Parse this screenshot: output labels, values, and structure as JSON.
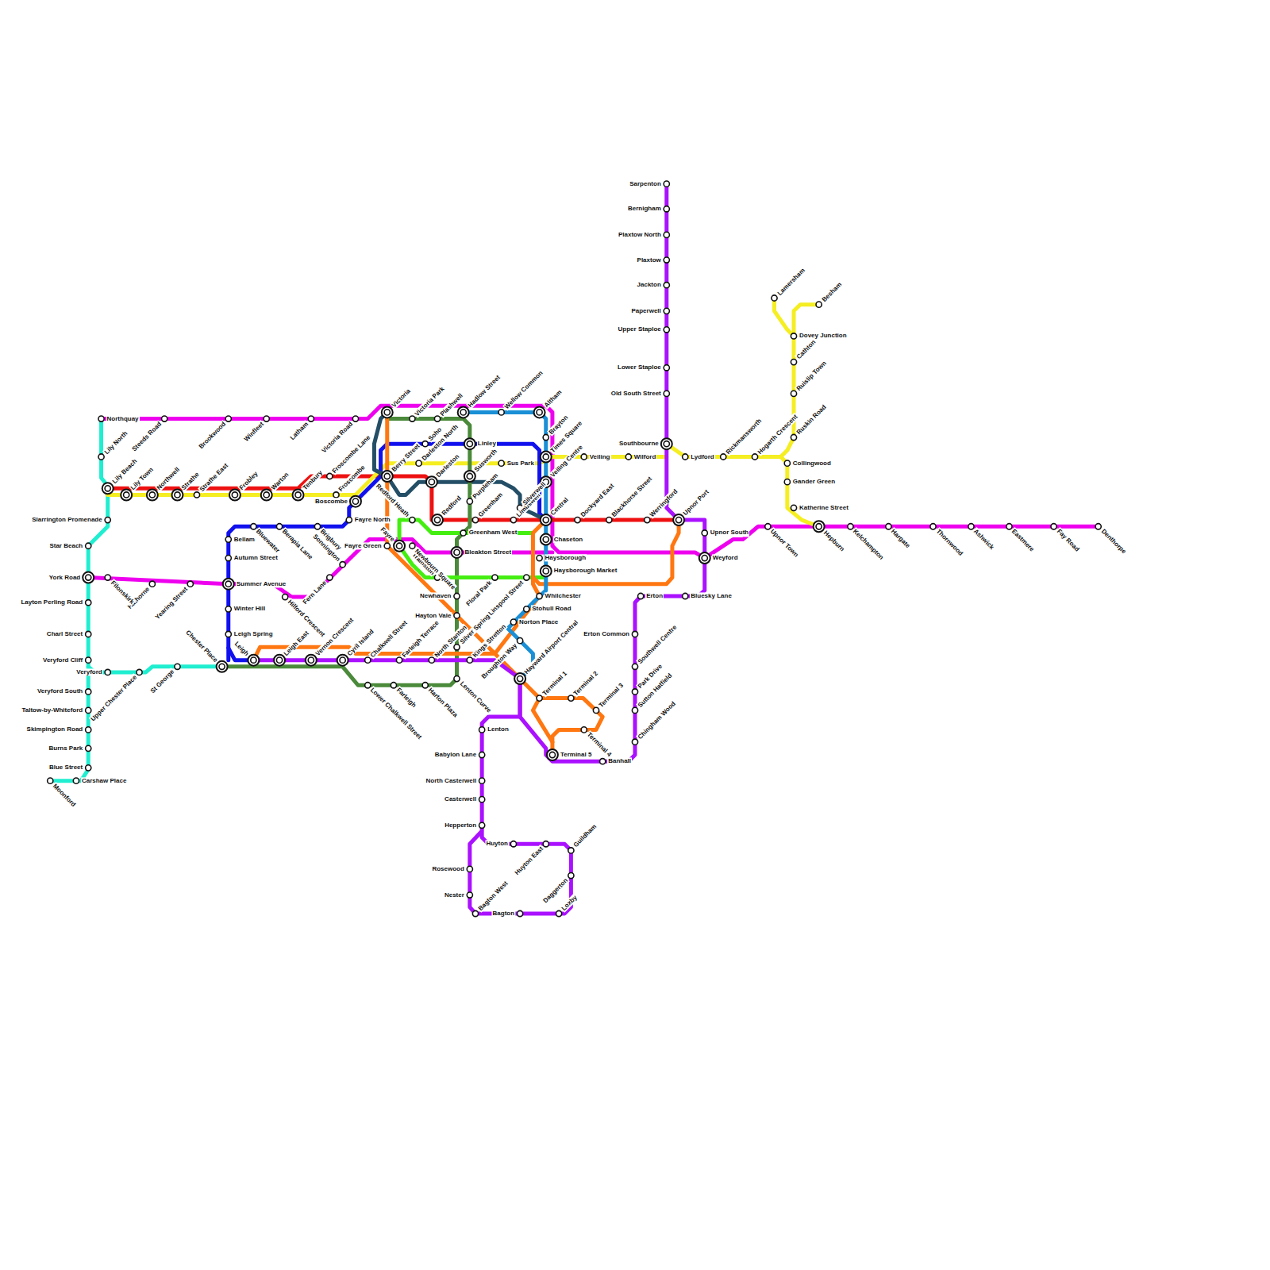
{
  "diagram": {
    "labels": [
      "Northquay",
      "Lily North",
      "Lily Beach",
      "Slarrington Promenade",
      "Star Beach",
      "York Road",
      "Layton Perling Road",
      "Charl Street",
      "Veryford Cliff",
      "Veryford",
      "Upper Chester Place",
      "St George",
      "Chester Place",
      "Veryford South",
      "Taltow-by-Whiteford",
      "Skimpington Road",
      "Burns Park",
      "Blue Street",
      "Carshaw Place",
      "Moonford",
      "Steeds Road",
      "Brookwood",
      "Winfleet",
      "Latham",
      "Victoria Road",
      "Victoria",
      "Victoria Park",
      "Plashwell",
      "Hadlow Street",
      "Wellow Common",
      "Altham",
      "Lily Town",
      "Northwell",
      "Strathe",
      "Strathe East",
      "Frobley",
      "Warton",
      "Tenbury",
      "Froscombe Lane",
      "Froscombe",
      "Boscombe",
      "Fayre North",
      "Berry Street",
      "Soho",
      "Darleston North",
      "Darleston",
      "Linley",
      "Susworth",
      "Sus Park",
      "Purpleham",
      "Redford Heath",
      "Redford",
      "Greenham",
      "Limbswell",
      "Silverwell",
      "Central",
      "Dockyard East",
      "Blackhorse Street",
      "Werringford",
      "Upnor Port",
      "Brayton",
      "Times Square",
      "Veiling Centre",
      "Veiling",
      "Wilford",
      "Southbourne",
      "Lydford",
      "Rickmansworth",
      "Hogarth Crescent",
      "Collingwood",
      "Gander Green",
      "Katherine Street",
      "Hepburn",
      "Ruskin Road",
      "Ruislip Town",
      "Cathton",
      "Dovey Junction",
      "Lamersham",
      "Besham",
      "Sarpenton",
      "Bernigham",
      "Plaxtow North",
      "Plaxtow",
      "Jackton",
      "Paperwell",
      "Upper Staploe",
      "Lower Staploe",
      "Old South Street",
      "Upnor South",
      "Weyford",
      "Upnor Town",
      "Kelchampton",
      "Hargate",
      "Thornwood",
      "Ashwick",
      "Eastmere",
      "Fay Road",
      "Denthorpe",
      "Bluesky Lane",
      "Erton",
      "Erton Common",
      "Southwell Centre",
      "Park Drive",
      "Sutton Hatfield",
      "Chingham Wood",
      "Banhall",
      "Terminal 5",
      "Terminal 4",
      "Terminal 3",
      "Terminal 2",
      "Terminal 1",
      "Hayward Airport Central",
      "Broughton Way",
      "Norton Place",
      "Stohull Road",
      "Whilchester",
      "Haysborough Market",
      "Haysborough",
      "Chaseton",
      "Linspool Street",
      "Floral Park",
      "Trainston",
      "Greenham West",
      "Bleakton Street",
      "Newbourn Square",
      "Fayre",
      "Fayre Green",
      "Newhaven",
      "Hayton Vale",
      "Silver Spring",
      "Kings Stretton",
      "North Stanton",
      "Lenton Curve",
      "Harton Plaza",
      "Farleigh",
      "Lower Chalkwell Street",
      "Farleigh Terrace",
      "Chalkwell Street",
      "Cyril Island",
      "Vernon Crescent",
      "Leigh East",
      "Leigh",
      "Leigh Spring",
      "Winter Hill",
      "Summer Avenue",
      "Autumn Street",
      "Bellam",
      "Bluewater",
      "Berapia Lane",
      "Brigbury",
      "Sonnington",
      "Fern Lane",
      "Hilford Crescent",
      "Yearing Street",
      "Hathorne",
      "Filonskirk",
      "Lenton",
      "Babylon Lane",
      "North Casterwell",
      "Casterwell",
      "Hepperton",
      "Huyton",
      "Huyton East",
      "Guildham",
      "Daggerton",
      "Loxby",
      "Bagton",
      "Bagton West",
      "Nester",
      "Rosewood"
    ]
  }
}
